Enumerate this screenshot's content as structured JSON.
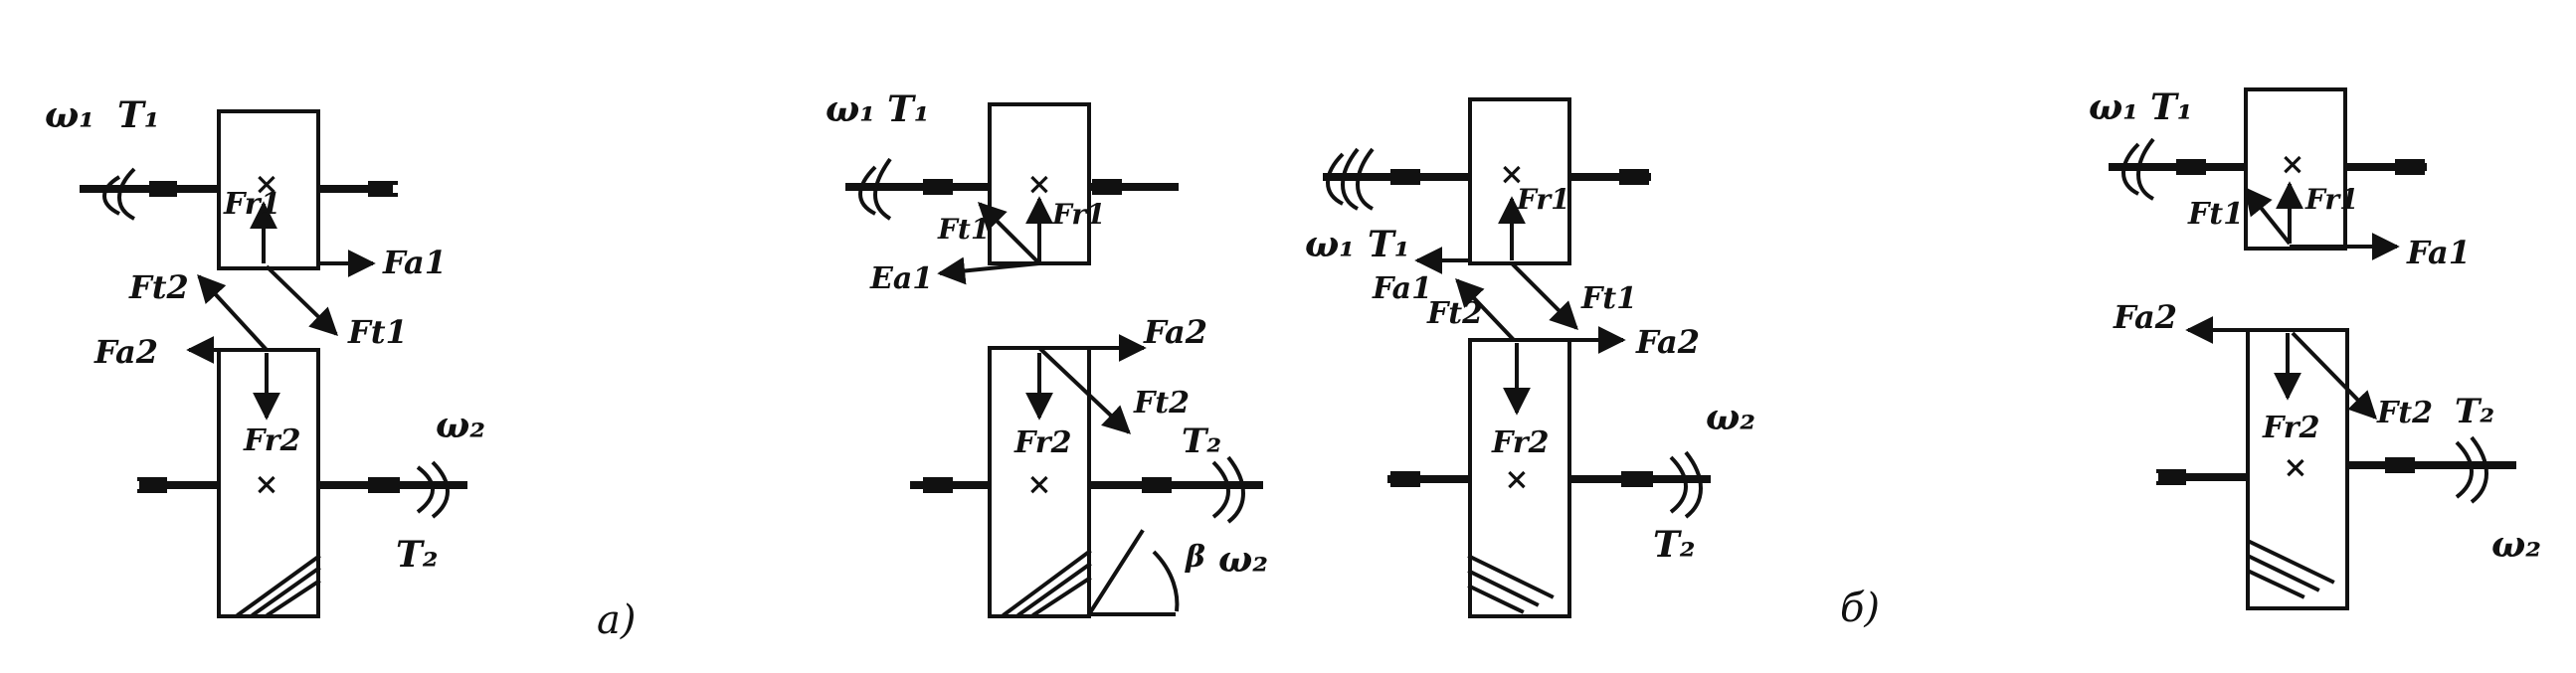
{
  "labels": {
    "omega1": "ω₁",
    "T1": "T₁",
    "omega2": "ω₂",
    "T2": "T₂",
    "Fr1": "Fr1",
    "Fr2": "Fr2",
    "Ft1": "Ft1",
    "Ft2": "Ft2",
    "Fa1": "Fa1",
    "Fa2": "Fa2",
    "Ea1": "Ea1",
    "beta": "β",
    "mark_x": "×"
  },
  "captions": {
    "a": "a)",
    "b": "б)"
  }
}
